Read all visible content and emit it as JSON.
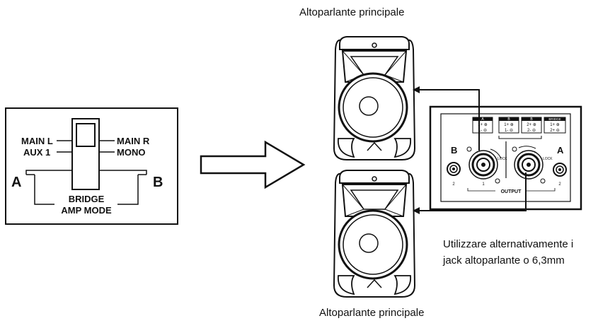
{
  "captions": {
    "top_speaker": "Altoparlante principale",
    "bottom_speaker": "Altoparlante principale",
    "note_line1": "Utilizzare alternativamente i",
    "note_line2": "jack altoparlante o 6,3mm"
  },
  "switch_panel": {
    "main_l": "MAIN L",
    "aux_1": "AUX 1",
    "main_r": "MAIN R",
    "mono": "MONO",
    "side_a": "A",
    "side_b": "B",
    "bridge": "BRIDGE",
    "amp_mode": "AMP MODE"
  },
  "output_panel": {
    "channel_b": "B",
    "channel_a": "A",
    "output_label": "OUTPUT",
    "lock_left": "LOCK",
    "lock_right": "LOCK",
    "jack_left_num": "2",
    "speakon_left_num": "1",
    "jack_right_num": "2",
    "box1_title": "A",
    "box1_l1": "1+ ⊕",
    "box1_l2": "1- ⊖",
    "box2_title": "B",
    "box2_l1": "1+ ⊕",
    "box2_l2": "1- ⊖",
    "box3_title": "B",
    "box3_l1": "2+ ⊕",
    "box3_l2": "2- ⊖",
    "box4_title": "BRIDGE",
    "box4_l1": "1+ ⊕",
    "box4_l2": "2+ ⊖"
  }
}
